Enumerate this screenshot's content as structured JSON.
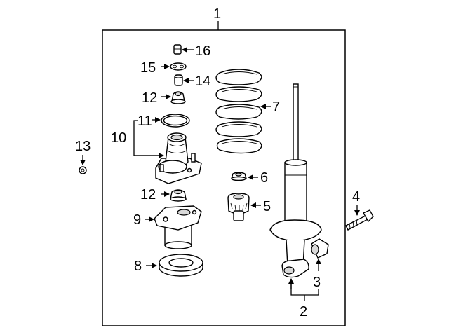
{
  "diagram": {
    "callouts": {
      "c1": "1",
      "c2": "2",
      "c3": "3",
      "c4": "4",
      "c5": "5",
      "c6": "6",
      "c7": "7",
      "c8": "8",
      "c9": "9",
      "c10": "10",
      "c11": "11",
      "c12a": "12",
      "c12b": "12",
      "c13": "13",
      "c14": "14",
      "c15": "15",
      "c16": "16"
    }
  }
}
